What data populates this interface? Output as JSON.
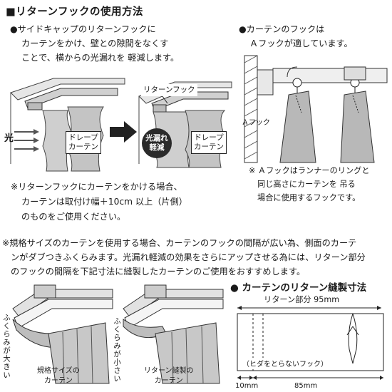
{
  "title": "■リターンフックの使用方法",
  "intro_lines": [
    "●サイドキャップのリターンフックに",
    "カーテンをかけ、壁との隙間をなくす",
    "ことで、横からの光漏れを 軽減します。"
  ],
  "hook_lines": [
    "●カーテンのフックは",
    "Ａフックが適しています。"
  ],
  "illustration_left": {
    "light_label": "光",
    "drape_label": [
      "ドレープ",
      "カーテン"
    ]
  },
  "illustration_right": {
    "return_hook_label": "リターンフック",
    "badge_lines": [
      "光漏れ",
      "軽減"
    ],
    "drape_label": [
      "ドレープ",
      "カーテン"
    ]
  },
  "a_hook_label": "Ａフック",
  "a_hook_note": [
    "※ Ａフックはランナーのリングと",
    "同じ高さにカーテンを 吊る",
    "場合に使用するフックです。"
  ],
  "attach_note": [
    "※リターンフックにカーテンをかける場合、",
    "カーテンは取付け幅＋10cm 以上（片側）",
    "のものをご使用ください。"
  ],
  "size_note": [
    "※規格サイズのカーテンを使用する場合、カーテンのフックの間隔が広い為、側面のカーテ",
    "ンがダブつきふくらみます。光漏れ軽減の効果をさらにアップさせる為には、リターン部分",
    "のフックの間隔を下記寸法に縫製したカーテンのご使用をおすすめします。"
  ],
  "bottom_left": {
    "vertical": "ふくらみが大きい",
    "caption": [
      "規格サイズの",
      "カーテン"
    ]
  },
  "bottom_mid": {
    "vertical": "ふくらみが小さい",
    "caption": [
      "リターン縫製の",
      "カーテン"
    ]
  },
  "sewing": {
    "title": "● カーテンのリターン縫製寸法",
    "return_width": "リターン部分 95mm",
    "no_pleat": "（ヒダをとらないフック）",
    "dim_a": "10mm",
    "dim_b": "85mm"
  }
}
